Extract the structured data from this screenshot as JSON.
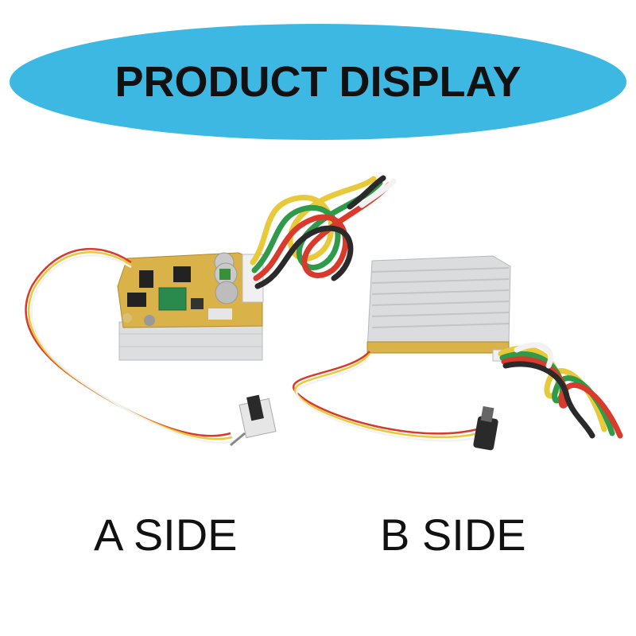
{
  "banner": {
    "title": "PRODUCT DISPLAY",
    "color": "#3cb8e3"
  },
  "labels": {
    "a_side": "A SIDE",
    "b_side": "B SIDE"
  },
  "colors": {
    "pcb": "#d9b24a",
    "heatsink": "#dadcde",
    "wire_red": "#d93a2b",
    "wire_green": "#2e9a4a",
    "wire_yellow": "#e8c93a",
    "wire_black": "#2a2a2a",
    "wire_white": "#f2f2f2"
  }
}
